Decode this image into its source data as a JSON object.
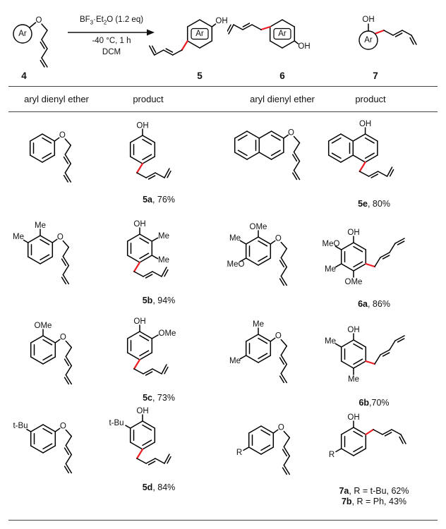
{
  "colors": {
    "bond": "#000000",
    "bond_red": "#ed1c24",
    "rule": "#444444"
  },
  "scheme": {
    "conditions": {
      "bf": "BF",
      "sub3": "3",
      "dotEt": "·Et",
      "sub2": "2",
      "oeq": "O (1.2 eq)",
      "line2": "-40 °C, 1 h",
      "line3": "DCM"
    },
    "numbers": {
      "n4": "4",
      "n5": "5",
      "n6": "6",
      "n7": "7"
    }
  },
  "table": {
    "headers": [
      "aryl dienyl ether",
      "product",
      "aryl dienyl ether",
      "product"
    ],
    "captions": {
      "c5a": {
        "id": "5a",
        "rest": ", 76%"
      },
      "c5b": {
        "id": "5b",
        "rest": ", 94%"
      },
      "c5c": {
        "id": "5c",
        "rest": ", 73%"
      },
      "c5d": {
        "id": "5d",
        "rest": ", 84%"
      },
      "c5e": {
        "id": "5e",
        "rest": ", 80%"
      },
      "c6a": {
        "id": "6a",
        "rest": ", 86%"
      },
      "c6b": {
        "id": "6b",
        "rest": ",70%"
      },
      "c7a": {
        "id": "7a",
        "rest": ", R = t-Bu, 62%"
      },
      "c7b": {
        "id": "7b",
        "rest": ", R = Ph, 43%"
      }
    }
  },
  "molecules": {
    "m4": {
      "w": 72,
      "h": 92,
      "parts": [
        [
          "l",
          31.5,
          31.5,
          40.5,
          24,
          "s"
        ],
        [
          "chainE",
          45,
          21
        ]
      ],
      "circles": [
        [
          22,
          40,
          13
        ]
      ],
      "texts": [
        [
          22,
          40,
          "Ar"
        ],
        [
          45,
          21,
          "O"
        ]
      ]
    },
    "m5": {
      "w": 135,
      "h": 85,
      "parts": [
        [
          "hex",
          78,
          38
        ],
        [
          "l",
          95.3,
          28,
          100.5,
          24,
          "s"
        ],
        [
          "l",
          60.7,
          48,
          52.7,
          61,
          "r"
        ],
        [
          "l",
          52.7,
          61,
          39.7,
          68,
          "s"
        ],
        [
          "l",
          39.7,
          68,
          26.7,
          61,
          "d"
        ],
        [
          "l",
          26.7,
          61,
          13.7,
          68,
          "s"
        ],
        [
          "l",
          13.7,
          68,
          6.7,
          55,
          "d"
        ]
      ],
      "rects": [
        [
          66,
          30.5,
          24,
          15
        ]
      ],
      "texts": [
        [
          78,
          38,
          "Ar"
        ],
        [
          109,
          20,
          "OH"
        ]
      ]
    },
    "m6": {
      "w": 135,
      "h": 85,
      "parts": [
        [
          "hex",
          78,
          38
        ],
        [
          "l",
          95.3,
          48,
          100.5,
          52,
          "s"
        ],
        [
          "l",
          60.7,
          28,
          48,
          32,
          "r"
        ],
        [
          "l",
          48,
          32,
          35,
          25,
          "s"
        ],
        [
          "l",
          35,
          25,
          22,
          32,
          "d"
        ],
        [
          "l",
          22,
          32,
          9,
          25,
          "s"
        ],
        [
          "l",
          9,
          25,
          2,
          38,
          "d"
        ]
      ],
      "rects": [
        [
          66,
          30.5,
          24,
          15
        ]
      ],
      "texts": [
        [
          78,
          38,
          "Ar"
        ],
        [
          109,
          56,
          "OH"
        ]
      ]
    },
    "m7": {
      "w": 125,
      "h": 80,
      "parts": [
        [
          "l",
          30,
          32,
          30,
          22,
          "s"
        ],
        [
          "l",
          39.2,
          35.8,
          52,
          31,
          "r"
        ],
        [
          "l",
          52,
          31,
          65,
          38,
          "s"
        ],
        [
          "l",
          65,
          38,
          78,
          31,
          "d"
        ],
        [
          "l",
          78,
          31,
          91,
          38,
          "s"
        ],
        [
          "l",
          91,
          38,
          98,
          51,
          "d"
        ]
      ],
      "circles": [
        [
          30,
          45,
          13
        ]
      ],
      "texts": [
        [
          30,
          45,
          "Ar"
        ],
        [
          30,
          16,
          "OH"
        ]
      ]
    },
    "e1": {
      "w": 150,
      "h": 100,
      "parts": [
        [
          "ring",
          40,
          40
        ],
        [
          "l",
          57.3,
          30,
          63.8,
          25.3,
          "s"
        ],
        [
          "chainE",
          68.3,
          22
        ]
      ],
      "texts": [
        [
          68.3,
          22,
          "O"
        ]
      ]
    },
    "p5a": {
      "w": 150,
      "h": 100,
      "parts": [
        [
          "ring",
          52,
          40
        ],
        [
          "l",
          52,
          20,
          52,
          11,
          "s"
        ],
        [
          "chainPB",
          52,
          40
        ]
      ],
      "texts": [
        [
          52,
          6.5,
          "OH"
        ]
      ]
    },
    "enaph": {
      "w": 150,
      "h": 100,
      "parts": [
        [
          "l",
          30,
          14,
          47.3,
          24,
          "s"
        ],
        [
          "l",
          47.3,
          24,
          47.3,
          44,
          "s"
        ],
        [
          "l",
          47.3,
          44,
          30,
          54,
          "s"
        ],
        [
          "l",
          30,
          54,
          12.7,
          44,
          "s"
        ],
        [
          "l",
          12.7,
          44,
          12.7,
          24,
          "s"
        ],
        [
          "l",
          12.7,
          24,
          30,
          14,
          "s"
        ],
        [
          "l",
          47.3,
          24,
          64.6,
          14,
          "s"
        ],
        [
          "l",
          64.6,
          14,
          81.9,
          24,
          "s"
        ],
        [
          "l",
          81.9,
          24,
          81.9,
          44,
          "s"
        ],
        [
          "l",
          81.9,
          44,
          64.6,
          54,
          "s"
        ],
        [
          "l",
          64.6,
          54,
          47.3,
          44,
          "s"
        ],
        [
          "l",
          30,
          48.4,
          17.5,
          41.2,
          "s"
        ],
        [
          "l",
          17.5,
          26.8,
          30,
          19.6,
          "s"
        ],
        [
          "l",
          42.5,
          26.8,
          42.5,
          41.2,
          "s"
        ],
        [
          "l",
          64.6,
          19.6,
          77.1,
          26.8,
          "s"
        ],
        [
          "l",
          77.1,
          41.2,
          64.6,
          48.4,
          "s"
        ],
        [
          "l",
          81.9,
          24,
          88.3,
          19.4,
          "s"
        ],
        [
          "chainE",
          92.5,
          16.5
        ]
      ],
      "texts": [
        [
          92.5,
          16.5,
          "O"
        ]
      ]
    },
    "p5e": {
      "w": 150,
      "h": 110,
      "parts": [
        [
          "l",
          28,
          22,
          45.3,
          32,
          "s"
        ],
        [
          "l",
          45.3,
          32,
          45.3,
          52,
          "s"
        ],
        [
          "l",
          45.3,
          52,
          28,
          62,
          "s"
        ],
        [
          "l",
          28,
          62,
          10.7,
          52,
          "s"
        ],
        [
          "l",
          10.7,
          52,
          10.7,
          32,
          "s"
        ],
        [
          "l",
          10.7,
          32,
          28,
          22,
          "s"
        ],
        [
          "l",
          45.3,
          32,
          62.6,
          22,
          "s"
        ],
        [
          "l",
          62.6,
          22,
          79.9,
          32,
          "s"
        ],
        [
          "l",
          79.9,
          32,
          79.9,
          52,
          "s"
        ],
        [
          "l",
          79.9,
          52,
          62.6,
          62,
          "s"
        ],
        [
          "l",
          62.6,
          62,
          45.3,
          52,
          "s"
        ],
        [
          "l",
          28,
          56.4,
          15.5,
          49.2,
          "s"
        ],
        [
          "l",
          15.5,
          34.8,
          28,
          27.6,
          "s"
        ],
        [
          "l",
          40.5,
          34.8,
          40.5,
          49.2,
          "s"
        ],
        [
          "l",
          62.6,
          27.6,
          75.1,
          34.8,
          "s"
        ],
        [
          "l",
          75.1,
          49.2,
          62.6,
          56.4,
          "s"
        ],
        [
          "l",
          62.6,
          22,
          62.6,
          13,
          "s"
        ],
        [
          "l",
          62.6,
          62,
          54.6,
          75,
          "r"
        ],
        [
          "l",
          54.6,
          75,
          67.6,
          82,
          "s"
        ],
        [
          "l",
          67.6,
          82,
          80.6,
          75,
          "d"
        ],
        [
          "l",
          80.6,
          75,
          93.6,
          82,
          "s"
        ],
        [
          "l",
          93.6,
          82,
          100.6,
          69,
          "d"
        ]
      ],
      "texts": [
        [
          62.6,
          8,
          "OH"
        ]
      ]
    },
    "eb": {
      "w": 150,
      "h": 105,
      "parts": [
        [
          "ring",
          42,
          42
        ],
        [
          "l",
          59.3,
          32,
          65.8,
          27.3,
          "s"
        ],
        [
          "chainE",
          70.3,
          24.5
        ],
        [
          "l",
          42,
          22,
          42,
          13,
          "s"
        ],
        [
          "l",
          24.7,
          32,
          18.5,
          28.4,
          "s"
        ]
      ],
      "texts": [
        [
          70.3,
          24.5,
          "O"
        ],
        [
          42,
          8,
          "Me"
        ],
        [
          11,
          24,
          "Me"
        ]
      ]
    },
    "p5b": {
      "w": 150,
      "h": 105,
      "parts": [
        [
          "ring",
          48,
          42
        ],
        [
          "l",
          48,
          22,
          48,
          13,
          "s"
        ],
        [
          "l",
          65.3,
          32,
          73.5,
          27.3,
          "s"
        ],
        [
          "l",
          65.3,
          52,
          73.5,
          56.7,
          "s"
        ],
        [
          "chainPB",
          48,
          42
        ]
      ],
      "texts": [
        [
          48,
          8,
          "OH"
        ],
        [
          82,
          25,
          "Me"
        ],
        [
          82,
          59,
          "Me"
        ]
      ]
    },
    "e6a": {
      "w": 150,
      "h": 112,
      "parts": [
        [
          "ring",
          46,
          46
        ],
        [
          "l",
          46,
          26,
          46,
          17,
          "s"
        ],
        [
          "l",
          63.3,
          36,
          69.8,
          31.3,
          "s"
        ],
        [
          "chainE",
          74.3,
          28.5
        ],
        [
          "l",
          28.7,
          36,
          20.5,
          31.3,
          "s"
        ],
        [
          "l",
          28.7,
          56,
          20.5,
          60.7,
          "s"
        ]
      ],
      "texts": [
        [
          46,
          12,
          "OMe"
        ],
        [
          74.3,
          28.5,
          "O"
        ],
        [
          13,
          28,
          "Me"
        ],
        [
          14,
          65,
          "MeO"
        ]
      ]
    },
    "p6a": {
      "w": 150,
      "h": 112,
      "parts": [
        [
          "ring",
          46,
          56
        ],
        [
          "l",
          46,
          36,
          46,
          27,
          "s"
        ],
        [
          "l",
          28.7,
          46,
          20.5,
          41.3,
          "s"
        ],
        [
          "l",
          28.7,
          66,
          20.5,
          70.7,
          "s"
        ],
        [
          "l",
          46,
          76,
          46,
          85,
          "s"
        ],
        [
          "chainPR",
          46,
          56
        ]
      ],
      "texts": [
        [
          46,
          22,
          "OH"
        ],
        [
          14,
          38,
          "MeO"
        ],
        [
          13,
          74,
          "Me"
        ],
        [
          46,
          92,
          "OMe"
        ]
      ]
    },
    "ec": {
      "w": 150,
      "h": 105,
      "parts": [
        [
          "ring",
          46,
          44
        ],
        [
          "l",
          46,
          24,
          46,
          15,
          "s"
        ],
        [
          "l",
          63.3,
          34,
          69.8,
          29.3,
          "s"
        ],
        [
          "chainE",
          74.3,
          26.5
        ]
      ],
      "texts": [
        [
          46,
          10,
          "OMe"
        ],
        [
          74.3,
          26.5,
          "O"
        ]
      ]
    },
    "p5c": {
      "w": 150,
      "h": 105,
      "parts": [
        [
          "ring",
          48,
          42
        ],
        [
          "l",
          48,
          22,
          48,
          13,
          "s"
        ],
        [
          "l",
          65.3,
          32,
          74,
          27,
          "s"
        ],
        [
          "chainPB",
          48,
          42
        ]
      ],
      "texts": [
        [
          48,
          8,
          "OH"
        ],
        [
          87,
          25,
          "OMe"
        ]
      ]
    },
    "e6b": {
      "w": 150,
      "h": 105,
      "parts": [
        [
          "ring",
          46,
          44
        ],
        [
          "l",
          46,
          24,
          46,
          15,
          "s"
        ],
        [
          "l",
          28.7,
          54,
          20.5,
          58.7,
          "s"
        ],
        [
          "l",
          63.3,
          34,
          69.8,
          29.3,
          "s"
        ],
        [
          "chainE",
          74.3,
          26.5
        ]
      ],
      "texts": [
        [
          46,
          10,
          "Me"
        ],
        [
          13,
          62,
          "Me"
        ],
        [
          74.3,
          26.5,
          "O"
        ]
      ]
    },
    "p6b": {
      "w": 150,
      "h": 112,
      "parts": [
        [
          "ring",
          46,
          54
        ],
        [
          "l",
          46,
          34,
          46,
          25,
          "s"
        ],
        [
          "l",
          28.7,
          44,
          20.5,
          39.3,
          "s"
        ],
        [
          "l",
          46,
          74,
          46,
          83,
          "s"
        ],
        [
          "chainPR",
          46,
          54
        ]
      ],
      "texts": [
        [
          46,
          20,
          "OH"
        ],
        [
          13,
          36,
          "Me"
        ],
        [
          46,
          90,
          "Me"
        ]
      ]
    },
    "ed": {
      "w": 150,
      "h": 105,
      "parts": [
        [
          "ring",
          46,
          44
        ],
        [
          "l",
          28.7,
          34,
          23,
          30.7,
          "s"
        ],
        [
          "l",
          63.3,
          34,
          69.8,
          29.3,
          "s"
        ],
        [
          "chainE",
          74.3,
          26.5
        ]
      ],
      "texts": [
        [
          14,
          26,
          "t-Bu"
        ],
        [
          74.3,
          26.5,
          "O"
        ]
      ]
    },
    "p5d": {
      "w": 150,
      "h": 105,
      "parts": [
        [
          "ring",
          52,
          42
        ],
        [
          "l",
          52,
          22,
          52,
          13,
          "s"
        ],
        [
          "l",
          34.7,
          32,
          28,
          28.2,
          "s"
        ],
        [
          "chainPB",
          52,
          42
        ]
      ],
      "texts": [
        [
          52,
          8,
          "OH"
        ],
        [
          15,
          25,
          "t-Bu"
        ]
      ]
    },
    "er": {
      "w": 150,
      "h": 105,
      "parts": [
        [
          "ring",
          50,
          44
        ],
        [
          "l",
          32.7,
          54,
          25,
          58.4,
          "s"
        ],
        [
          "l",
          67.3,
          34,
          73.8,
          29.3,
          "s"
        ],
        [
          "chainE",
          78.3,
          26.5
        ]
      ],
      "texts": [
        [
          19,
          62,
          "R"
        ],
        [
          78.3,
          26.5,
          "O"
        ]
      ]
    },
    "p7": {
      "w": 160,
      "h": 115,
      "parts": [
        [
          "ring",
          46,
          56
        ],
        [
          "l",
          46,
          36,
          46,
          27,
          "s"
        ],
        [
          "l",
          28.7,
          66,
          21,
          70.4,
          "s"
        ],
        [
          "l",
          63.3,
          46,
          74,
          39,
          "r"
        ],
        [
          "l",
          74,
          39,
          87,
          46,
          "s"
        ],
        [
          "l",
          87,
          46,
          100,
          39,
          "d"
        ],
        [
          "l",
          100,
          39,
          113,
          46,
          "s"
        ],
        [
          "l",
          113,
          46,
          120,
          59,
          "d"
        ]
      ],
      "texts": [
        [
          46,
          22,
          "OH"
        ],
        [
          15,
          75,
          "R"
        ]
      ]
    }
  }
}
